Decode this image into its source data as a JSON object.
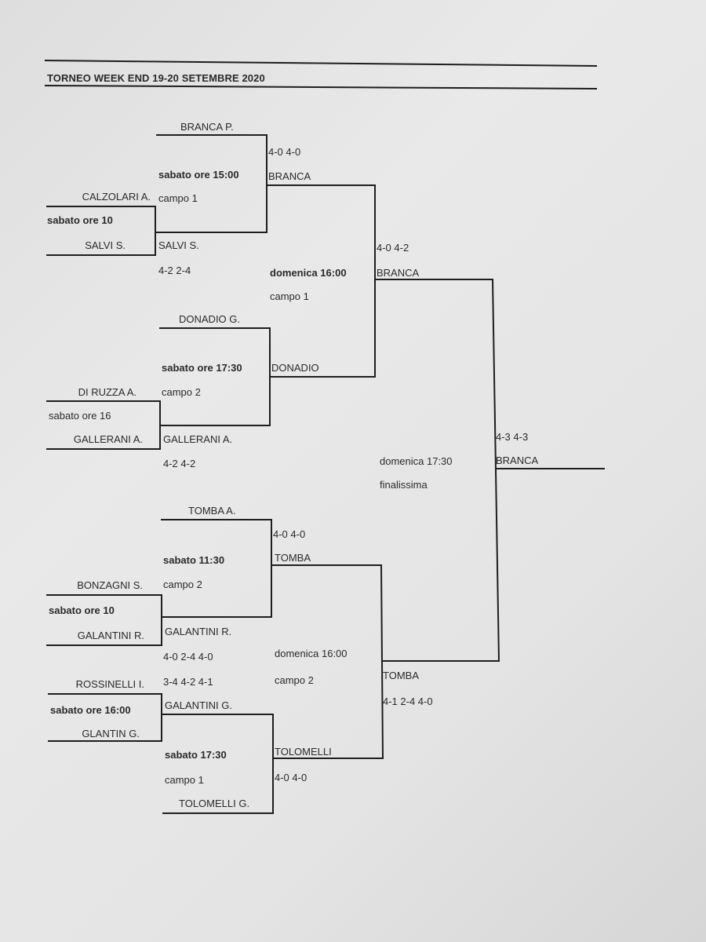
{
  "title": "TORNEO WEEK END 19-20 SETEMBRE 2020",
  "round1": {
    "m1": {
      "p1": "CALZOLARI A.",
      "p2": "SALVI S.",
      "time": "sabato ore 10"
    },
    "m2": {
      "p1": "DI RUZZA A.",
      "p2": "GALLERANI A.",
      "time": "sabato ore 16"
    },
    "m3": {
      "p1": "BONZAGNI S.",
      "p2": "GALANTINI R.",
      "time": "sabato ore 10"
    },
    "m4": {
      "p1": "ROSSINELLI I.",
      "p2": "GLANTIN G.",
      "time": "sabato ore 16:00"
    }
  },
  "round2": {
    "m1": {
      "top": "BRANCA P.",
      "time": "sabato ore 15:00",
      "court": "campo 1",
      "bottom": "SALVI S.",
      "bottom_score": "4-2  2-4",
      "winner_score": "4-0  4-0",
      "winner": "BRANCA"
    },
    "m2": {
      "top": "DONADIO G.",
      "time": "sabato ore 17:30",
      "court": "campo 2",
      "bottom": "GALLERANI A.",
      "bottom_score": "4-2  4-2",
      "winner": "DONADIO"
    },
    "m3": {
      "top": "TOMBA A.",
      "time": "sabato 11:30",
      "court": "campo 2",
      "bottom": "GALANTINI R.",
      "bottom_score1": "4-0  2-4  4-0",
      "bottom_score2": "3-4  4-2  4-1",
      "winner_score": "4-0  4-0",
      "winner": "TOMBA"
    },
    "m4": {
      "top": "GALANTINI G.",
      "time": "sabato 17:30",
      "court": "campo 1",
      "bottom": "TOLOMELLI G.",
      "winner": "TOLOMELLI",
      "winner_score": "4-0  4-0"
    }
  },
  "semis": {
    "s1": {
      "time": "domenica 16:00",
      "court": "campo 1",
      "winner_score": "4-0  4-2",
      "winner": "BRANCA"
    },
    "s2": {
      "time": "domenica 16:00",
      "court": "campo 2",
      "winner": "TOMBA",
      "winner_score": "4-1  2-4  4-0"
    }
  },
  "final": {
    "time": "domenica 17:30",
    "label": "finalissima",
    "score": "4-3  4-3",
    "champion": "BRANCA"
  }
}
